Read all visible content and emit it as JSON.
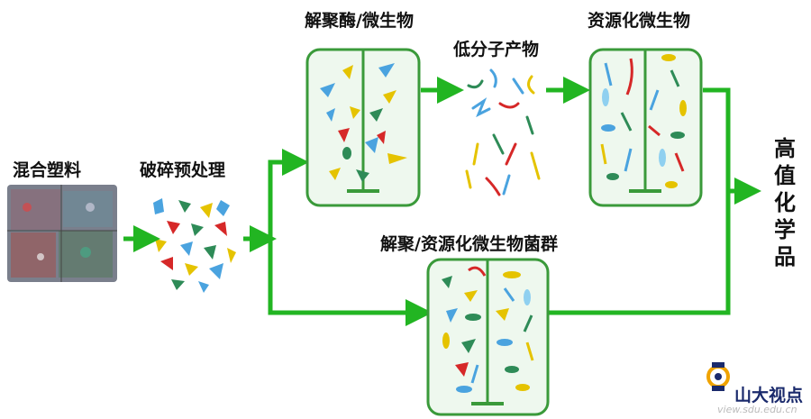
{
  "labels": {
    "mixed_plastic": "混合塑料",
    "crushing": "破碎预处理",
    "depolymerase": "解聚酶/微生物",
    "low_molecular": "低分子产物",
    "resource_microbe": "资源化微生物",
    "consortium": "解聚/资源化微生物菌群",
    "high_value": "高值化学品"
  },
  "logo": {
    "name": "山大视点",
    "url": "view.sdu.edu.cn"
  },
  "colors": {
    "arrow": "#22b522",
    "tank_border": "#3a9a3a",
    "tank_fill": "#eef8ee"
  }
}
